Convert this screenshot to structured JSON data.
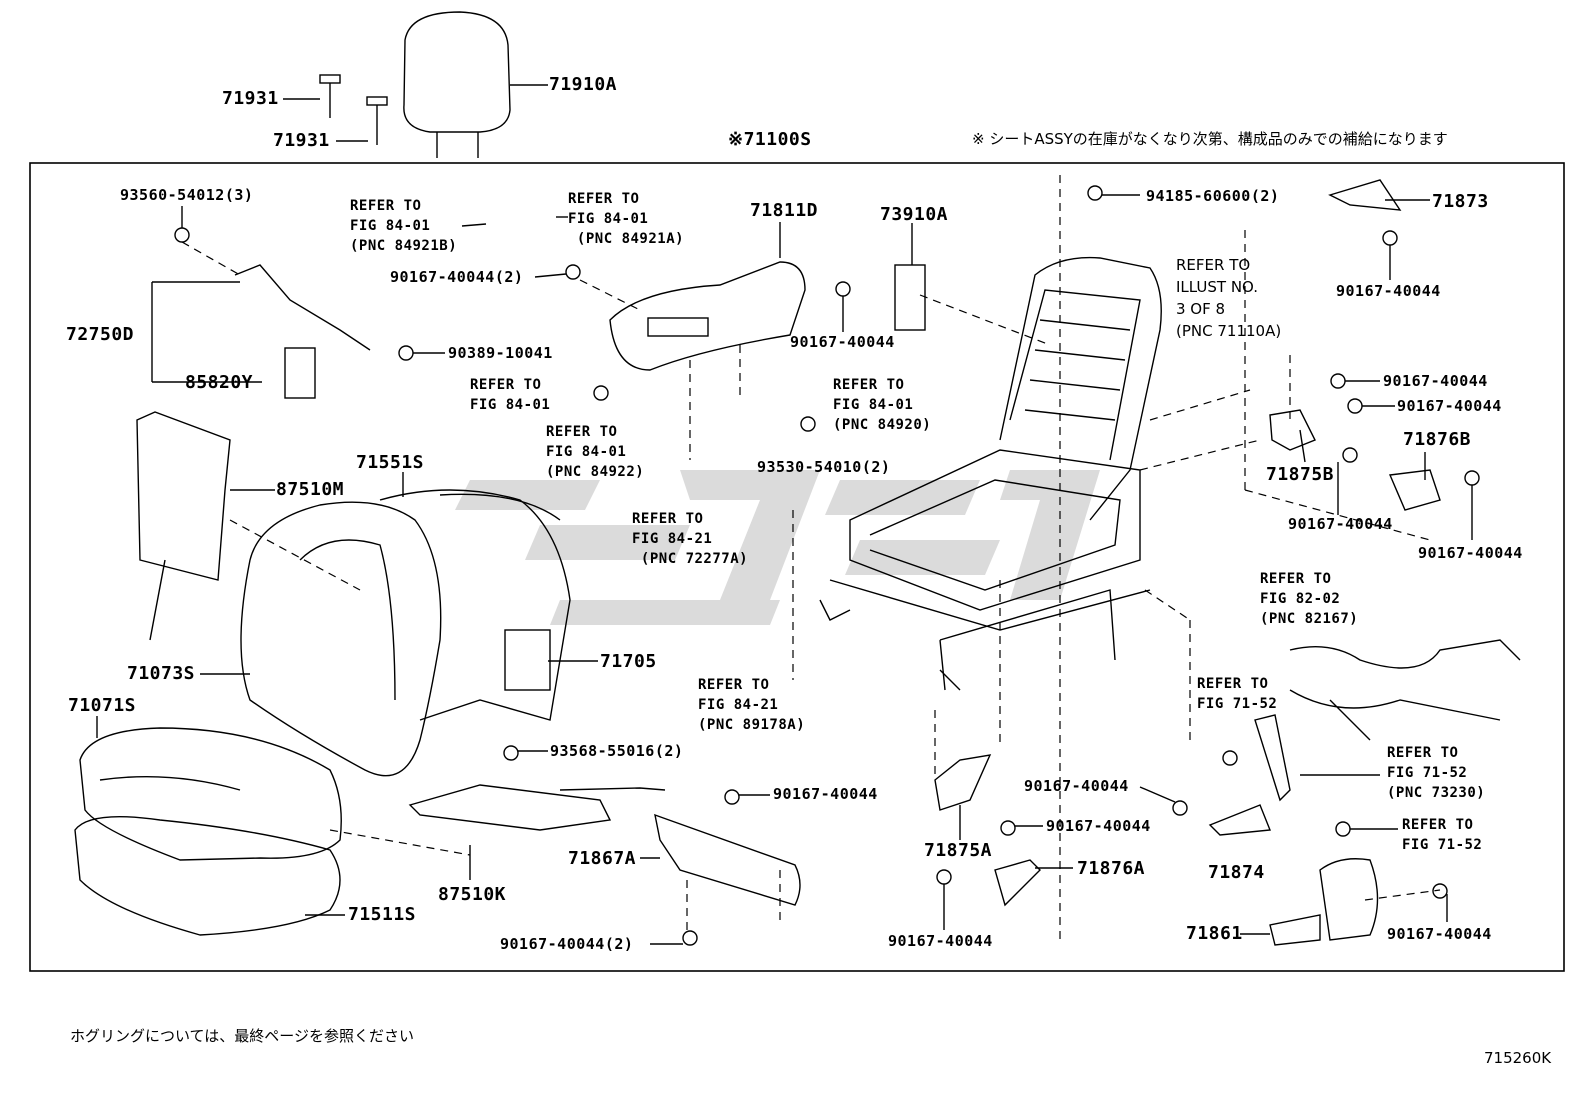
{
  "header": {
    "assembly_code": "※71100S",
    "notice_jp": "※ シートASSYの在庫がなくなり次第、構成品のみでの補給になります"
  },
  "footer": {
    "note_jp": "ホグリングについては、最終ページを参照ください",
    "figure_id": "715260K"
  },
  "parts": {
    "p71931a": "71931",
    "p71931b": "71931",
    "p71910A": "71910A",
    "p93560": "93560-54012(3)",
    "p72750D": "72750D",
    "p85820Y": "85820Y",
    "p90389": "90389-10041",
    "p90167_2_top": "90167-40044(2)",
    "p71811D": "71811D",
    "p73910A": "73910A",
    "p90167_mid": "90167-40044",
    "p93530": "93530-54010(2)",
    "p94185": "94185-60600(2)",
    "p71873": "71873",
    "p90167_r1": "90167-40044",
    "p90167_r2": "90167-40044",
    "p90167_r3": "90167-40044",
    "p71875B": "71875B",
    "p71876B": "71876B",
    "p90167_r4": "90167-40044",
    "p90167_r5": "90167-40044",
    "p87510M": "87510M",
    "p71551S": "71551S",
    "p71073S": "71073S",
    "p71705": "71705",
    "p71071S": "71071S",
    "p93568": "93568-55016(2)",
    "p90167_low": "90167-40044",
    "p71867A": "71867A",
    "p87510K": "87510K",
    "p71511S": "71511S",
    "p90167_bot2": "90167-40044(2)",
    "p90167_c1": "90167-40044",
    "p90167_c2": "90167-40044",
    "p71875A": "71875A",
    "p71876A": "71876A",
    "p90167_c3": "90167-40044",
    "p71874": "71874",
    "p71861": "71861",
    "p90167_c4": "90167-40044"
  },
  "refs": {
    "r1": "REFER TO\nFIG 84-01\n(PNC 84921B)",
    "r2": "REFER TO\nFIG 84-01\n (PNC 84921A)",
    "r3": "REFER TO\nFIG 84-01",
    "r4": "REFER TO\nFIG 84-01\n(PNC 84922)",
    "r5": "REFER TO\nFIG 84-01\n(PNC 84920)",
    "r6": "REFER TO\nFIG 84-21\n (PNC 72277A)",
    "r7": "REFER TO\nFIG 84-21\n(PNC 89178A)",
    "r8": "REFER TO\nILLUST NO.\n3 OF 8\n(PNC 71110A)",
    "r9": "REFER TO\nFIG 82-02\n(PNC 82167)",
    "r10": "REFER TO\nFIG 71-52",
    "r11": "REFER TO\nFIG 71-52\n(PNC 73230)",
    "r12": "REFER TO\nFIG 71-52"
  }
}
